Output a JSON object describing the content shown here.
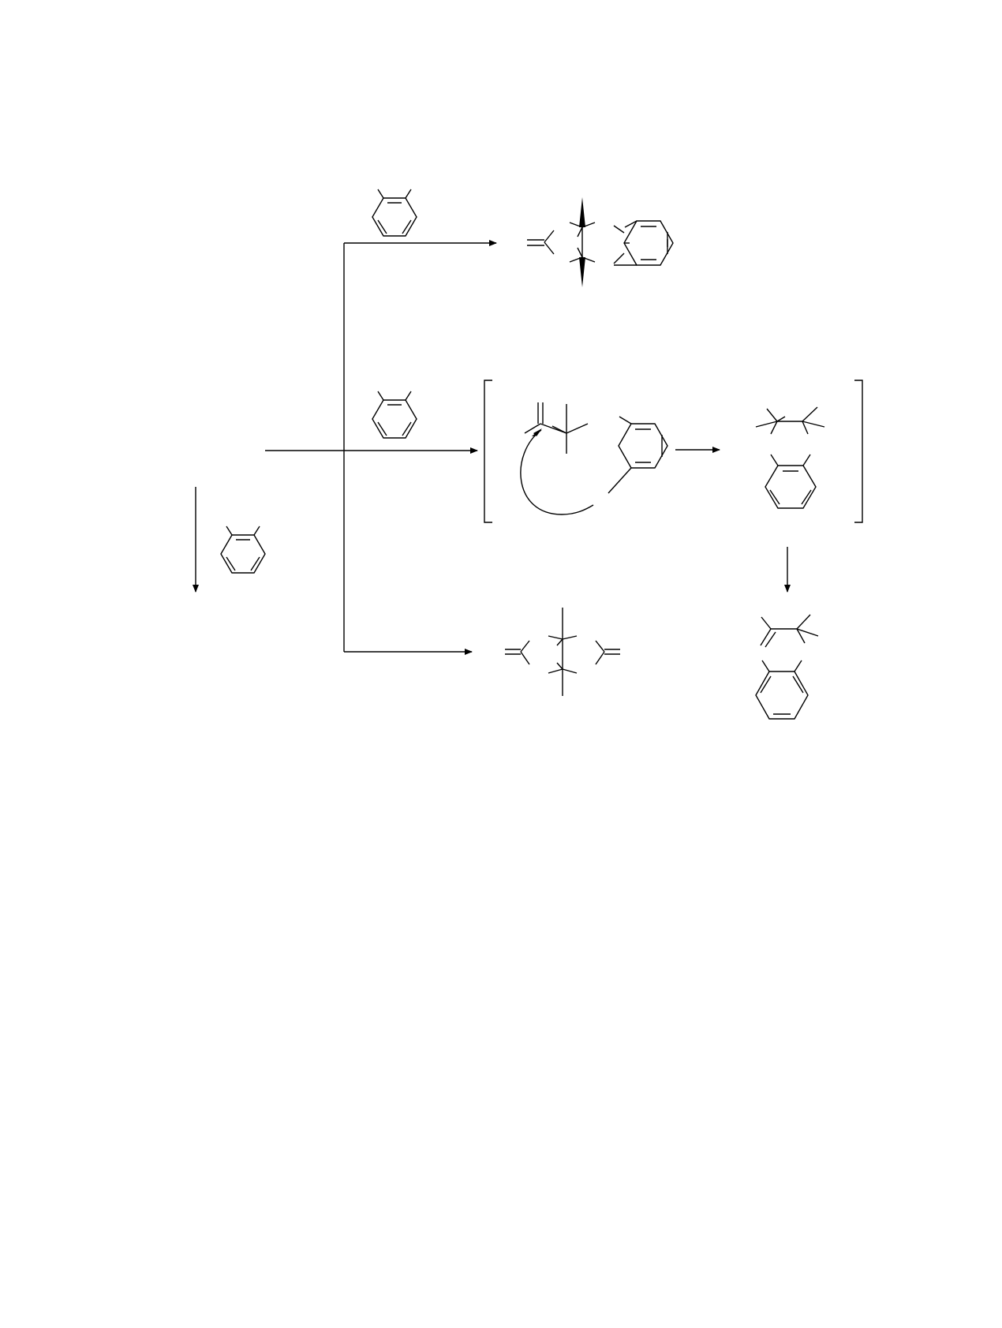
{
  "page": {
    "background": "#ffffff",
    "ink": "#000000"
  },
  "scheme": {
    "labels": [],
    "arrows": [
      "branch-to-upper-product",
      "main-reaction-arrow",
      "branch-to-lower-product",
      "left-down-arrow",
      "bracket-internal-arrow",
      "right-down-arrow"
    ],
    "structures": [
      "dimethyl-benzene-reagent-top",
      "dimethyl-benzene-reagent-middle",
      "dimethyl-benzene-reagent-left",
      "upper-product-wedged",
      "intermediate-in-brackets",
      "radical-pair-in-brackets",
      "lower-product-dimer",
      "final-alkene-and-arene"
    ]
  }
}
